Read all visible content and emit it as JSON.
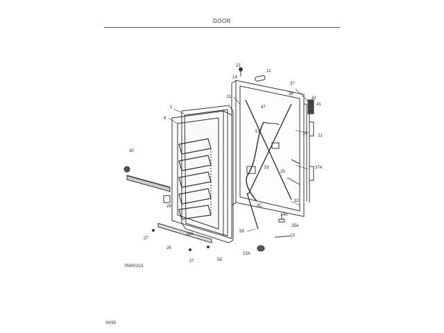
{
  "header": {
    "title": "DOOR"
  },
  "footer": {
    "drawing_code": "RW00215",
    "date": "06/95"
  },
  "part_labels": [
    {
      "id": "p22",
      "text": "22"
    },
    {
      "id": "p12",
      "text": "12"
    },
    {
      "id": "p14",
      "text": "14"
    },
    {
      "id": "p37",
      "text": "37"
    },
    {
      "id": "p11",
      "text": "11"
    },
    {
      "id": "p39",
      "text": "39"
    },
    {
      "id": "p42",
      "text": "42"
    },
    {
      "id": "p41",
      "text": "41"
    },
    {
      "id": "p47",
      "text": "47"
    },
    {
      "id": "p1",
      "text": "1"
    },
    {
      "id": "p6",
      "text": "6"
    },
    {
      "id": "p51",
      "text": "51"
    },
    {
      "id": "p16",
      "text": "16"
    },
    {
      "id": "p21",
      "text": "21"
    },
    {
      "id": "p30",
      "text": "30"
    },
    {
      "id": "p53",
      "text": "53"
    },
    {
      "id": "p37a",
      "text": "37A"
    },
    {
      "id": "p25",
      "text": "25"
    },
    {
      "id": "p32",
      "text": "32"
    },
    {
      "id": "p29",
      "text": "29"
    },
    {
      "id": "p3c",
      "text": "3C"
    },
    {
      "id": "p14a",
      "text": "14A"
    },
    {
      "id": "p25a",
      "text": "25A"
    },
    {
      "id": "p13",
      "text": "13"
    },
    {
      "id": "p59",
      "text": "59"
    },
    {
      "id": "p27a",
      "text": "27"
    },
    {
      "id": "p28a",
      "text": "28A"
    },
    {
      "id": "p26",
      "text": "26"
    },
    {
      "id": "p55",
      "text": "55"
    },
    {
      "id": "p22a",
      "text": "22A"
    },
    {
      "id": "p27b",
      "text": "27"
    }
  ]
}
